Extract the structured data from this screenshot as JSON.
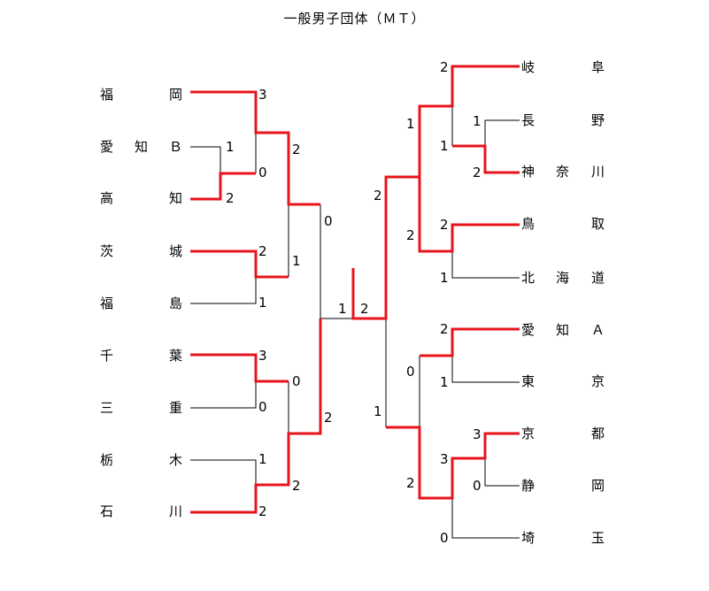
{
  "title": "一般男子団体（ＭＴ）",
  "left_teams": [
    {
      "name": "福岡",
      "chars": [
        "福",
        "岡"
      ]
    },
    {
      "name": "愛知B",
      "chars": [
        "愛",
        "知",
        "Ｂ"
      ]
    },
    {
      "name": "高知",
      "chars": [
        "高",
        "知"
      ]
    },
    {
      "name": "茨城",
      "chars": [
        "茨",
        "城"
      ]
    },
    {
      "name": "福島",
      "chars": [
        "福",
        "島"
      ]
    },
    {
      "name": "千葉",
      "chars": [
        "千",
        "葉"
      ]
    },
    {
      "name": "三重",
      "chars": [
        "三",
        "重"
      ]
    },
    {
      "name": "栃木",
      "chars": [
        "栃",
        "木"
      ]
    },
    {
      "name": "石川",
      "chars": [
        "石",
        "川"
      ]
    }
  ],
  "right_teams": [
    {
      "name": "岐阜",
      "chars": [
        "岐",
        "阜"
      ]
    },
    {
      "name": "長野",
      "chars": [
        "長",
        "野"
      ]
    },
    {
      "name": "神奈川",
      "chars": [
        "神",
        "奈",
        "川"
      ]
    },
    {
      "name": "鳥取",
      "chars": [
        "鳥",
        "取"
      ]
    },
    {
      "name": "北海道",
      "chars": [
        "北",
        "海",
        "道"
      ]
    },
    {
      "name": "愛知A",
      "chars": [
        "愛",
        "知",
        "Ａ"
      ]
    },
    {
      "name": "東京",
      "chars": [
        "東",
        "京"
      ]
    },
    {
      "name": "京都",
      "chars": [
        "京",
        "都"
      ]
    },
    {
      "name": "静岡",
      "chars": [
        "静",
        "岡"
      ]
    },
    {
      "name": "埼玉",
      "chars": [
        "埼",
        "玉"
      ]
    }
  ],
  "scores": {
    "l_fukuoka": "3",
    "l_aichib": "1",
    "l_kochi": "2",
    "l_aichib_kochi_win": "0",
    "l_r2_top_a": "2",
    "l_ibaraki": "2",
    "l_fukushima": "1",
    "l_r2_top_b": "1",
    "l_semi_top": "0",
    "l_chiba": "3",
    "l_mie": "0",
    "l_chiba_mie_win": "0",
    "l_tochigi": "1",
    "l_ishikawa": "2",
    "l_r2_bottom_b": "2",
    "l_semi_bottom": "2",
    "final_left": "1",
    "final_right": "2",
    "r_gifu": "2",
    "r_nagano": "1",
    "r_kanagawa": "2",
    "r_nagano_kanagawa_win": "1",
    "r_r2_a_top": "1",
    "r_tottori": "2",
    "r_hokkaido": "1",
    "r_r2_a_bottom": "2",
    "r_semi_top": "2",
    "r_aichia": "2",
    "r_tokyo": "1",
    "r_kyoto": "3",
    "r_shizuoka": "0",
    "r_kyoto_shizuoka_win": "3",
    "r_saitama": "0",
    "r_r2_b_top": "0",
    "r_r2_b_bottom": "2",
    "r_semi_bottom": "1"
  },
  "colors": {
    "winner_line": "#e8141c",
    "loser_line": "#000000"
  }
}
